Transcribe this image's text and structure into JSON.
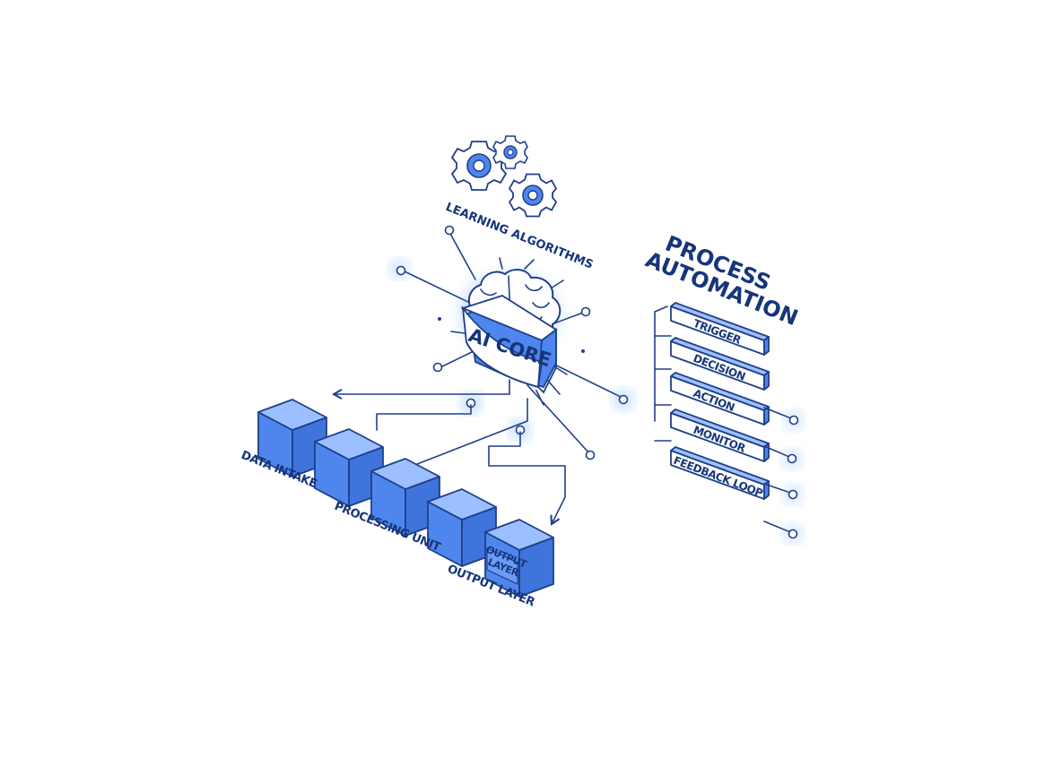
{
  "colors": {
    "accent_blue": "#4f86ee",
    "accent_light": "#9cc0ff",
    "outline": "#1f3f8a",
    "text": "#16357a",
    "glow": "#5aa0ff"
  },
  "labels": {
    "learning_algorithms": "LEARNING ALGORITHMS",
    "ai_core": "AI CORE",
    "data_intake": "DATA INTAKE",
    "processing_unit": "PROCESSING UNIT",
    "output_layer": "OUTPUT LAYER",
    "output_layer_cube_line1": "OUTPUT",
    "output_layer_cube_line2": "LAYER",
    "process_title_line1": "PROCESS",
    "process_title_line2": "AUTOMATION"
  },
  "process_steps": [
    "TRIGGER",
    "DECISION",
    "ACTION",
    "MONITOR",
    "FEEDBACK LOOP"
  ],
  "icons": {
    "gears": "gears-icon",
    "brain": "brain-icon",
    "cube": "cube-icon",
    "node": "node-icon"
  }
}
